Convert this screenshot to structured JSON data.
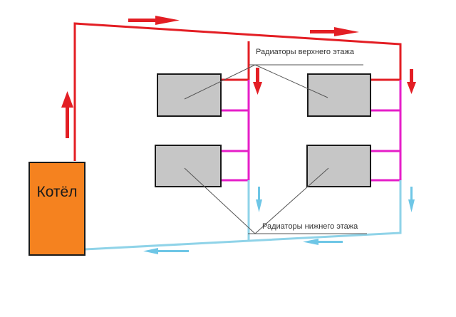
{
  "boiler": {
    "label": "Котёл",
    "color": "#f5821f"
  },
  "labels": {
    "upper": "Радиаторы верхнего этажа",
    "lower": "Радиаторы нижнего этажа"
  },
  "colors": {
    "hot": "#e31e24",
    "mid": "#e61ec8",
    "cold": "#8fd3e8",
    "cold_arrow": "#6ec6e6",
    "radiator_fill": "#c6c6c6",
    "radiator_border": "#1a1a1a",
    "leader": "#555555"
  },
  "icons": [
    "up-arrow-icon",
    "right-arrow-icon",
    "down-arrow-icon",
    "left-arrow-icon"
  ]
}
